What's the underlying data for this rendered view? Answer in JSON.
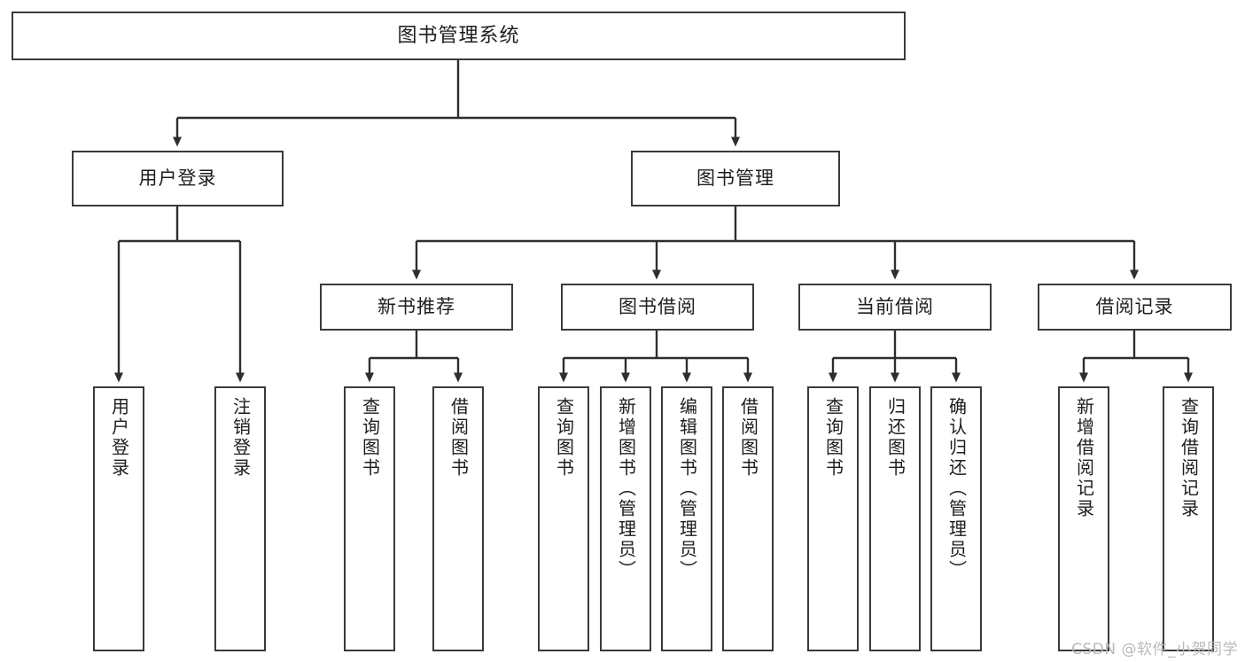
{
  "diagram": {
    "title": "图书管理系统",
    "type": "tree",
    "watermark": "CSDN @软件_小贺同学",
    "levels": {
      "root": {
        "label": "图书管理系统"
      },
      "level2": [
        {
          "label": "用户登录"
        },
        {
          "label": "图书管理"
        }
      ],
      "level3": [
        {
          "label": "新书推荐"
        },
        {
          "label": "图书借阅"
        },
        {
          "label": "当前借阅"
        },
        {
          "label": "借阅记录"
        }
      ],
      "leaves": {
        "user_login": [
          {
            "label": "用户登录"
          },
          {
            "label": "注销登录"
          }
        ],
        "new_book_recommend": [
          {
            "label": "查询图书"
          },
          {
            "label": "借阅图书"
          }
        ],
        "book_borrow": [
          {
            "label": "查询图书"
          },
          {
            "label": "新增图书（管理员）"
          },
          {
            "label": "编辑图书（管理员）"
          },
          {
            "label": "借阅图书"
          }
        ],
        "current_borrow": [
          {
            "label": "查询图书"
          },
          {
            "label": "归还图书"
          },
          {
            "label": "确认归还（管理员）"
          }
        ],
        "borrow_record": [
          {
            "label": "新增借阅记录"
          },
          {
            "label": "查询借阅记录"
          }
        ]
      }
    },
    "colors": {
      "box_border": "#3a3a3a",
      "box_fill": "#ffffff",
      "line": "#2e2e2e",
      "text": "#1d1d1d",
      "watermark": "#b9b9b9"
    }
  }
}
